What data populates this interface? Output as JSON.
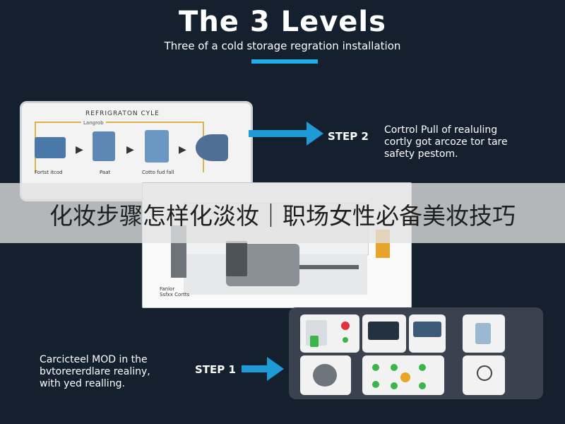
{
  "header": {
    "title": "The 3 Levels",
    "subtitle": "Three of a cold storage regration installation"
  },
  "cycle_panel": {
    "title": "REFRIGRATON CYLE",
    "top_label": "Langrob",
    "component_labels": [
      "Fortst itcod",
      "Paat",
      "Cotto fud fall"
    ]
  },
  "step2": {
    "label": "STEP 2",
    "description_lines": [
      "Cortrol Pull of realuling",
      "cortly got arcoze tor tare",
      "safety pestom."
    ]
  },
  "room_panel": {
    "caption_lines": [
      "Fanlor",
      "Ssfxx Cortts"
    ]
  },
  "overlay": {
    "banner": "化妆步骤怎样化淡妆｜职场女性必备美妆技巧"
  },
  "step1": {
    "label": "STEP 1",
    "description_lines": [
      "Carcicteel MOD in the",
      "bvtorererdlare realiny,",
      "with yed realling."
    ]
  },
  "colors": {
    "background": "#15202f",
    "accent": "#1e9ad6",
    "control_panel": "#3a4250"
  }
}
